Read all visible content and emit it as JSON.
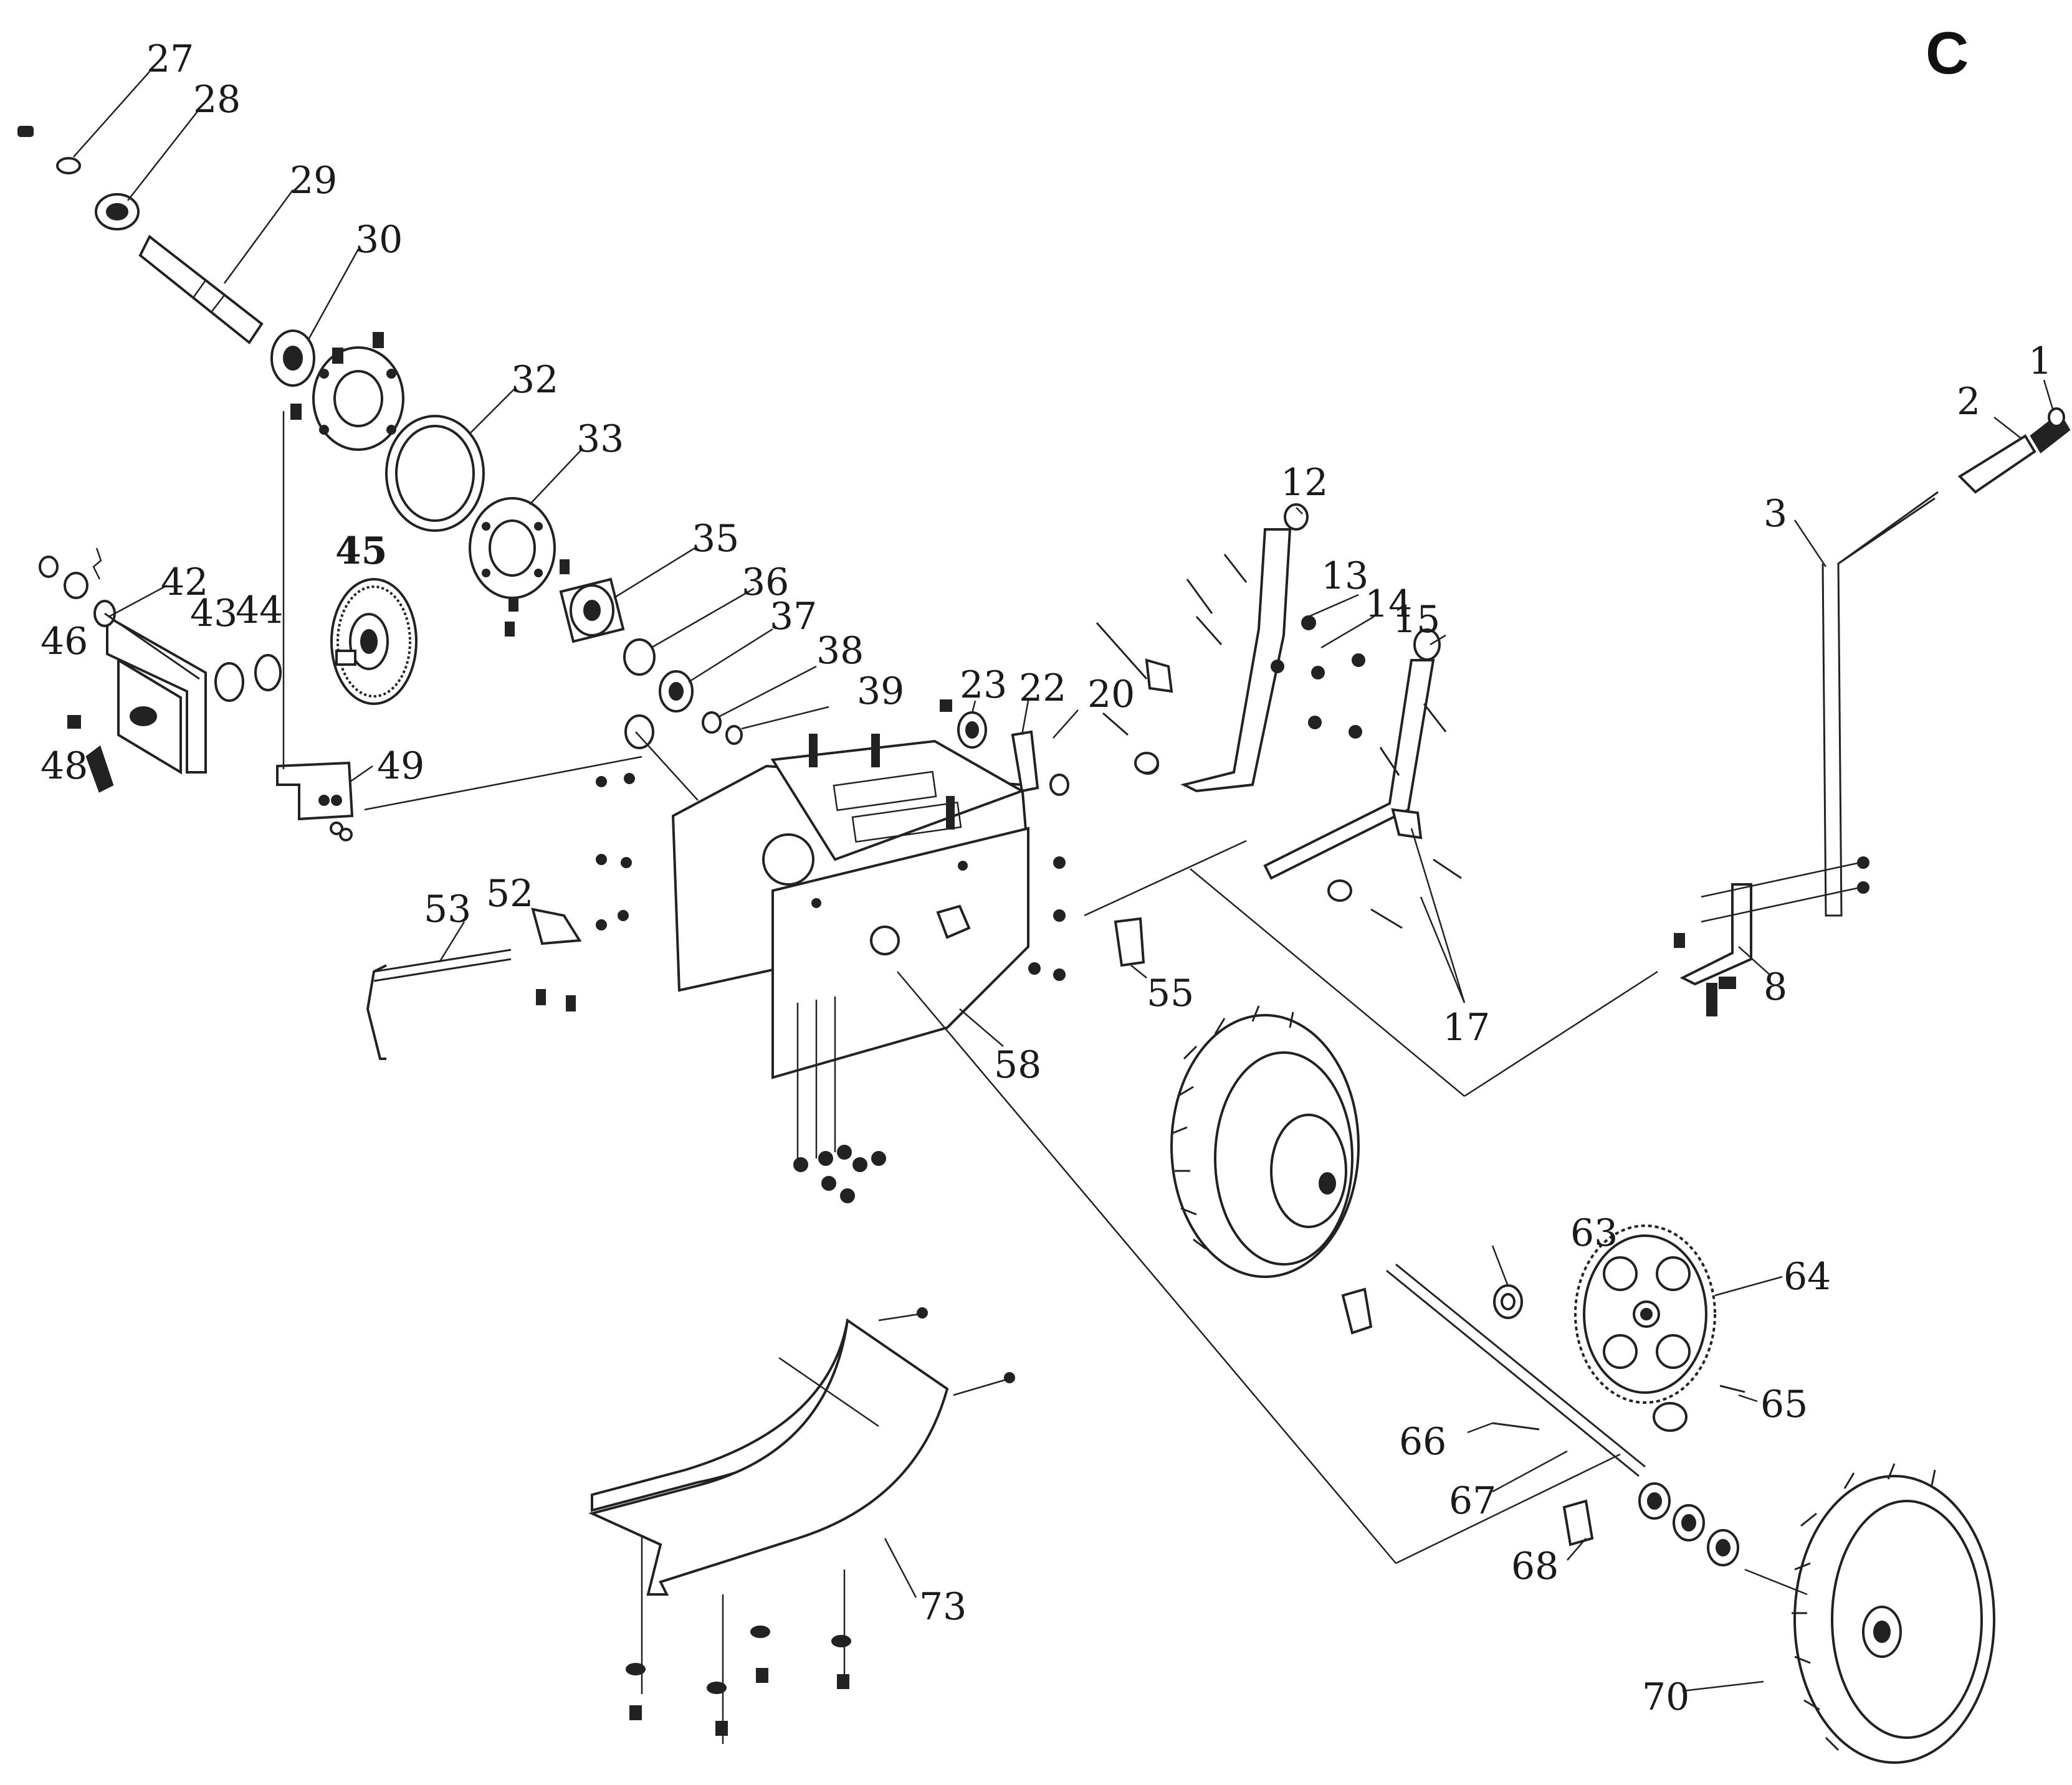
{
  "section_letter": "C",
  "labels": [
    "1",
    "2",
    "3",
    "8",
    "12",
    "13",
    "14",
    "15",
    "17",
    "20",
    "22",
    "23",
    "27",
    "28",
    "29",
    "30",
    "32",
    "33",
    "35",
    "36",
    "37",
    "38",
    "39",
    "42",
    "43",
    "44",
    "45",
    "46",
    "48",
    "49",
    "52",
    "53",
    "55",
    "58",
    "63",
    "64",
    "65",
    "66",
    "67",
    "68",
    "70",
    "73"
  ],
  "colors": {
    "ink": "#222222",
    "background": "#ffffff"
  }
}
